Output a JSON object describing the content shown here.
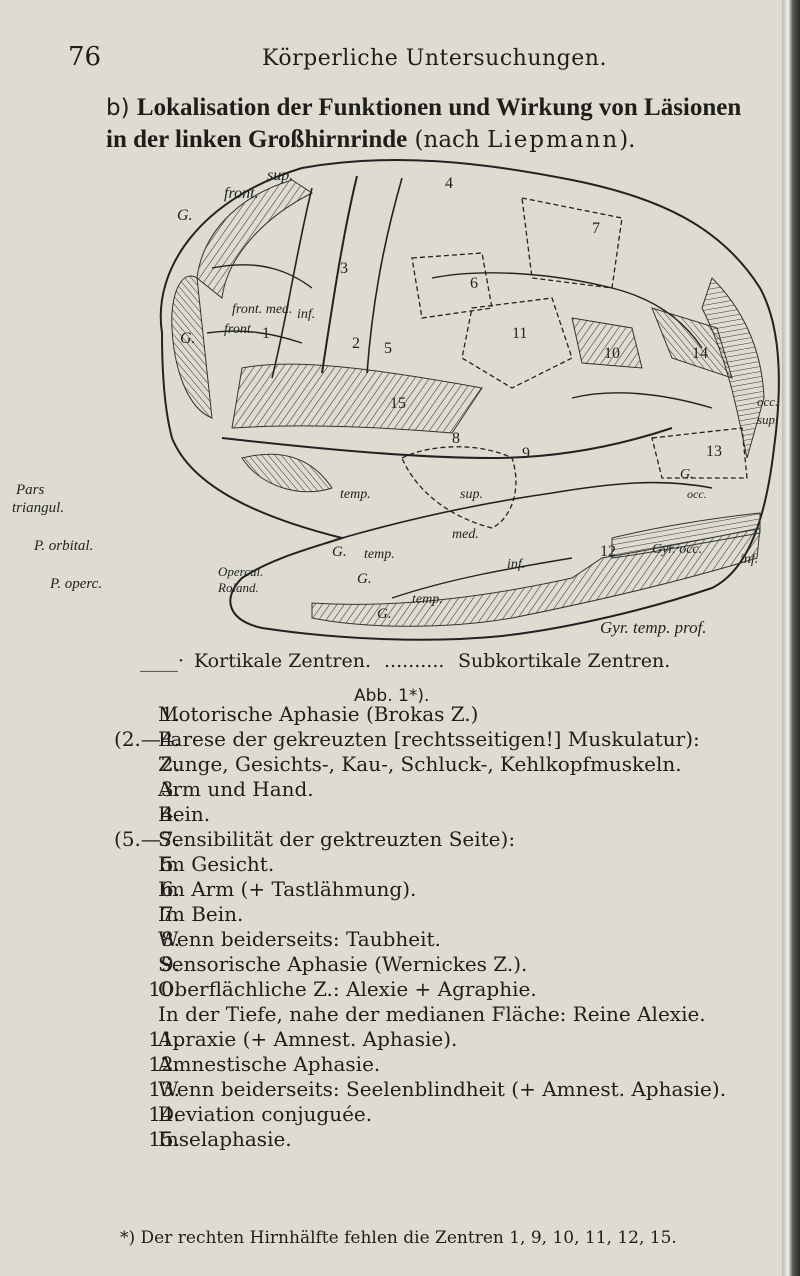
{
  "header": {
    "page_number": "76",
    "running_title": "Körperliche Untersuchungen."
  },
  "section": {
    "label": "b)",
    "bold_text": "Lokalisation der Funktionen und Wirkung von Läsionen in der linken Großhirnrinde",
    "paren_open": "(nach ",
    "author": "Liepmann",
    "paren_close": ")."
  },
  "figure": {
    "labels": {
      "sup": "sup.",
      "frontal": "front.",
      "g_upper": "G.",
      "front_med": "front.\nmed.",
      "g_mid": "G.",
      "front_inf": "front.",
      "inf_top": "inf.",
      "pars_triangul": "Pars\ntriangul.",
      "p_orbital": "P. orbital.",
      "p_operc": "P. operc.",
      "opercul_rolandi": "Opercul.\nRoland.",
      "temp_upper": "temp.",
      "g_temp": "G.",
      "temp_mid": "temp.",
      "med": "med.",
      "g_low": "G.",
      "g_low2": "G.",
      "temp_low": "temp.",
      "inf_temp": "inf.",
      "sup_temp": "sup.",
      "gyr_occ": "Gyr.·occ.",
      "g_occ": "G.",
      "occ_small": "occ.",
      "occ_sup": "occ.\nsup.",
      "inf_right": "inf.",
      "gyr_temp_prof": "Gyr. temp. prof."
    },
    "area_numbers": [
      "1",
      "2",
      "3",
      "4",
      "5",
      "6",
      "7",
      "8",
      "9",
      "10",
      "11",
      "12",
      "13",
      "14",
      "15"
    ]
  },
  "legend": {
    "cortical": "Kortikale Zentren.",
    "subcortical": "Subkortikale Zentren."
  },
  "caption": "Abb. 1*).",
  "items": [
    {
      "num": "1.",
      "text": "Motorische Aphasie (Brokas Z.)"
    },
    {
      "num": "(2.—4.",
      "text": "Parese der gekreuzten [rechtsseitigen!] Muskulatur):"
    },
    {
      "num": "2.",
      "text": "Zunge, Gesichts-, Kau-, Schluck-, Kehlkopfmuskeln."
    },
    {
      "num": "3.",
      "text": "Arm und Hand."
    },
    {
      "num": "4.",
      "text": "Bein."
    },
    {
      "num": "(5.—7.",
      "text": "Sensibilität der gektreuzten Seite):"
    },
    {
      "num": "5.",
      "text": "Im Gesicht."
    },
    {
      "num": "6.",
      "text": "Im Arm (+ Tastlähmung)."
    },
    {
      "num": "7.",
      "text": "Im Bein."
    },
    {
      "num": "8.",
      "text": "Wenn beiderseits: Taubheit."
    },
    {
      "num": "9.",
      "text": "Sensorische Aphasie (Wernickes Z.)."
    },
    {
      "num": "10.",
      "text": "Oberflächliche Z.: Alexie + Agraphie."
    },
    {
      "num": "",
      "text": "In der Tiefe, nahe der medianen Fläche: Reine Alexie."
    },
    {
      "num": "11.",
      "text": "Apraxie (+ Amnest. Aphasie)."
    },
    {
      "num": "12.",
      "text": "Amnestische Aphasie."
    },
    {
      "num": "13.",
      "text": "Wenn beiderseits: Seelenblindheit (+ Amnest. Aphasie)."
    },
    {
      "num": "14.",
      "text": "Deviation conjuguée."
    },
    {
      "num": "15.",
      "text": "Inselaphasie."
    }
  ],
  "footnote": "*) Der rechten Hirnhälfte fehlen die Zentren 1, 9, 10, 11, 12, 15."
}
